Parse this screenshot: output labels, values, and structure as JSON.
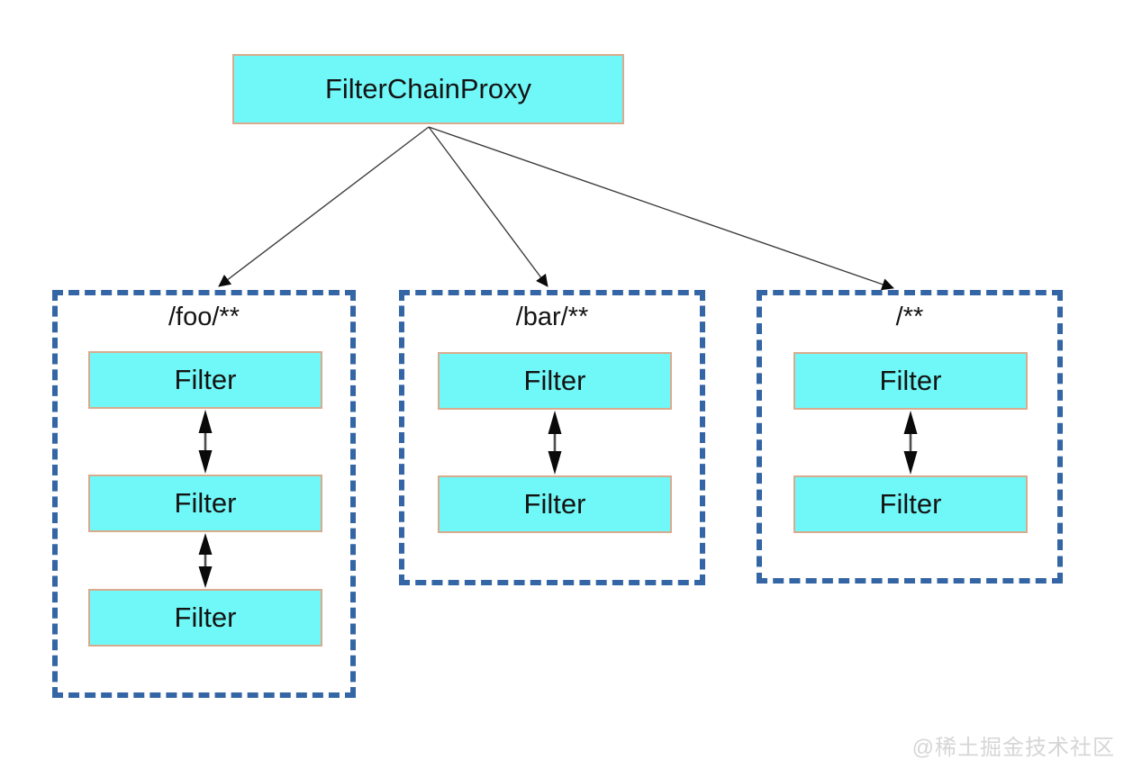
{
  "diagram": {
    "root": {
      "label": "FilterChainProxy"
    },
    "chains": [
      {
        "pattern": "/foo/**",
        "filters": [
          "Filter",
          "Filter",
          "Filter"
        ]
      },
      {
        "pattern": "/bar/**",
        "filters": [
          "Filter",
          "Filter"
        ]
      },
      {
        "pattern": "/**",
        "filters": [
          "Filter",
          "Filter"
        ]
      }
    ]
  },
  "watermark": "@稀土掘金技术社区",
  "colors": {
    "node_fill": "#70f8f8",
    "node_border": "#d9ab8e",
    "chain_border": "#3465a4",
    "arrow": "#0a0a0a",
    "line": "#3c3c3c",
    "text": "#141414",
    "watermark": "#d6d6d6"
  }
}
